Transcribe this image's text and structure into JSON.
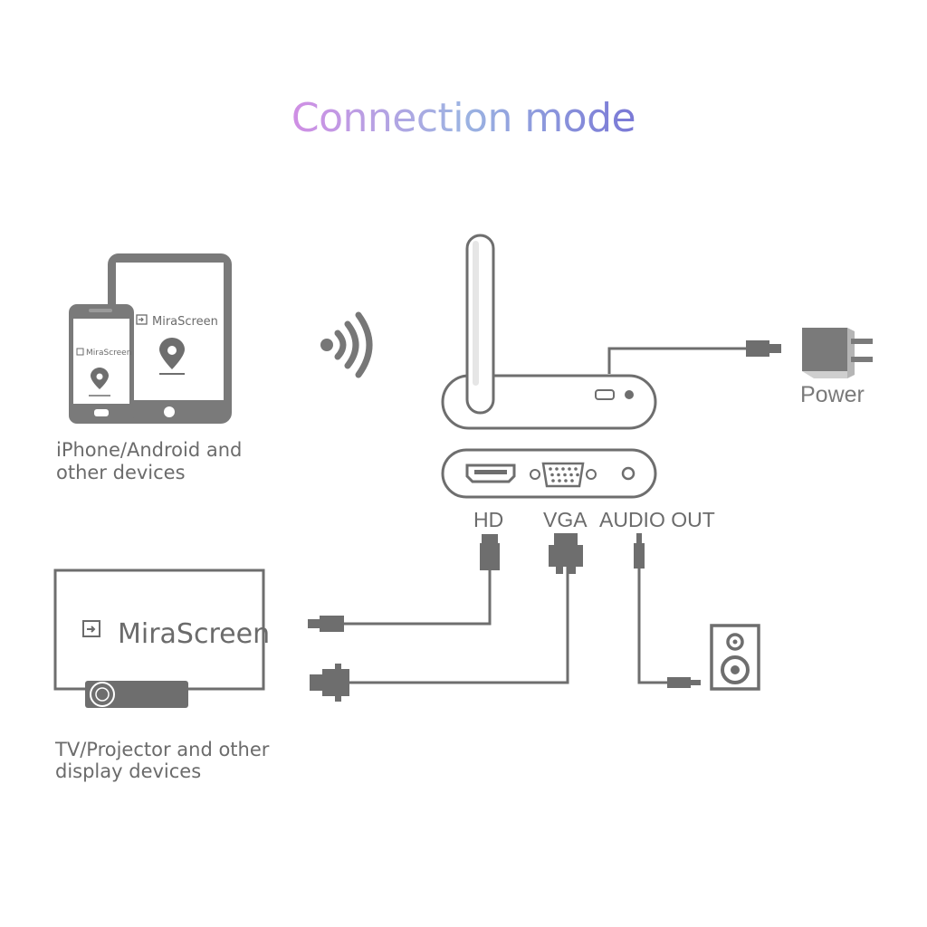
{
  "title": "Connection mode",
  "colors": {
    "title_gradient": [
      "#d090e0",
      "#9ab0e0",
      "#7a7ad8"
    ],
    "line": "#6e6e6e",
    "device_fill": "#7a7a7a"
  },
  "devices": {
    "tablet_brand": "MiraScreen",
    "phone_brand": "MiraScreen",
    "tv_brand": "MiraScreen"
  },
  "captions": {
    "source_line1": "iPhone/Android and",
    "source_line2": "other devices",
    "display_line1": "TV/Projector and other",
    "display_line2": "display devices"
  },
  "ports": {
    "hd": "HD",
    "vga": "VGA",
    "audio": "AUDIO OUT"
  },
  "power": "Power",
  "icons": [
    "wifi-signal-icon",
    "location-pin-icon",
    "cast-icon",
    "power-adapter-icon",
    "speaker-icon",
    "projector-icon",
    "hdmi-plug-icon",
    "vga-plug-icon",
    "audio-jack-icon",
    "micro-usb-plug-icon"
  ]
}
